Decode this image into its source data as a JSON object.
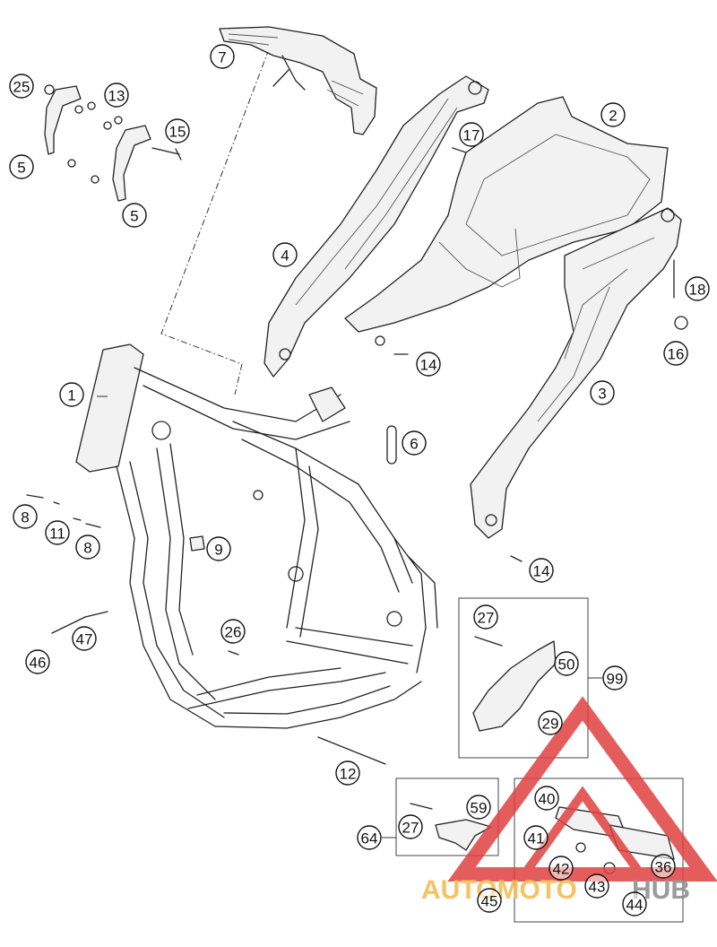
{
  "callouts": [
    {
      "id": "c1",
      "label": "1"
    },
    {
      "id": "c2",
      "label": "2"
    },
    {
      "id": "c3",
      "label": "3"
    },
    {
      "id": "c4",
      "label": "4"
    },
    {
      "id": "c5a",
      "label": "5"
    },
    {
      "id": "c5b",
      "label": "5"
    },
    {
      "id": "c6",
      "label": "6"
    },
    {
      "id": "c7",
      "label": "7"
    },
    {
      "id": "c8a",
      "label": "8"
    },
    {
      "id": "c8b",
      "label": "8"
    },
    {
      "id": "c9",
      "label": "9"
    },
    {
      "id": "c11",
      "label": "11"
    },
    {
      "id": "c12",
      "label": "12"
    },
    {
      "id": "c13",
      "label": "13"
    },
    {
      "id": "c14a",
      "label": "14"
    },
    {
      "id": "c14b",
      "label": "14"
    },
    {
      "id": "c15",
      "label": "15"
    },
    {
      "id": "c16",
      "label": "16"
    },
    {
      "id": "c17",
      "label": "17"
    },
    {
      "id": "c18",
      "label": "18"
    },
    {
      "id": "c25",
      "label": "25"
    },
    {
      "id": "c26",
      "label": "26"
    },
    {
      "id": "c27a",
      "label": "27"
    },
    {
      "id": "c27b",
      "label": "27"
    },
    {
      "id": "c29",
      "label": "29"
    },
    {
      "id": "c36",
      "label": "36"
    },
    {
      "id": "c40",
      "label": "40"
    },
    {
      "id": "c41",
      "label": "41"
    },
    {
      "id": "c42",
      "label": "42"
    },
    {
      "id": "c43",
      "label": "43"
    },
    {
      "id": "c44",
      "label": "44"
    },
    {
      "id": "c45",
      "label": "45"
    },
    {
      "id": "c46",
      "label": "46"
    },
    {
      "id": "c47",
      "label": "47"
    },
    {
      "id": "c50",
      "label": "50"
    },
    {
      "id": "c59",
      "label": "59"
    },
    {
      "id": "c64",
      "label": "64"
    },
    {
      "id": "c99",
      "label": "99"
    }
  ],
  "watermark": {
    "part1": "AUTOMOTO",
    "part2": "HUB",
    "color_orange": "#f5b84a",
    "color_red": "#e04040",
    "color_gray": "#8a8a8a"
  }
}
